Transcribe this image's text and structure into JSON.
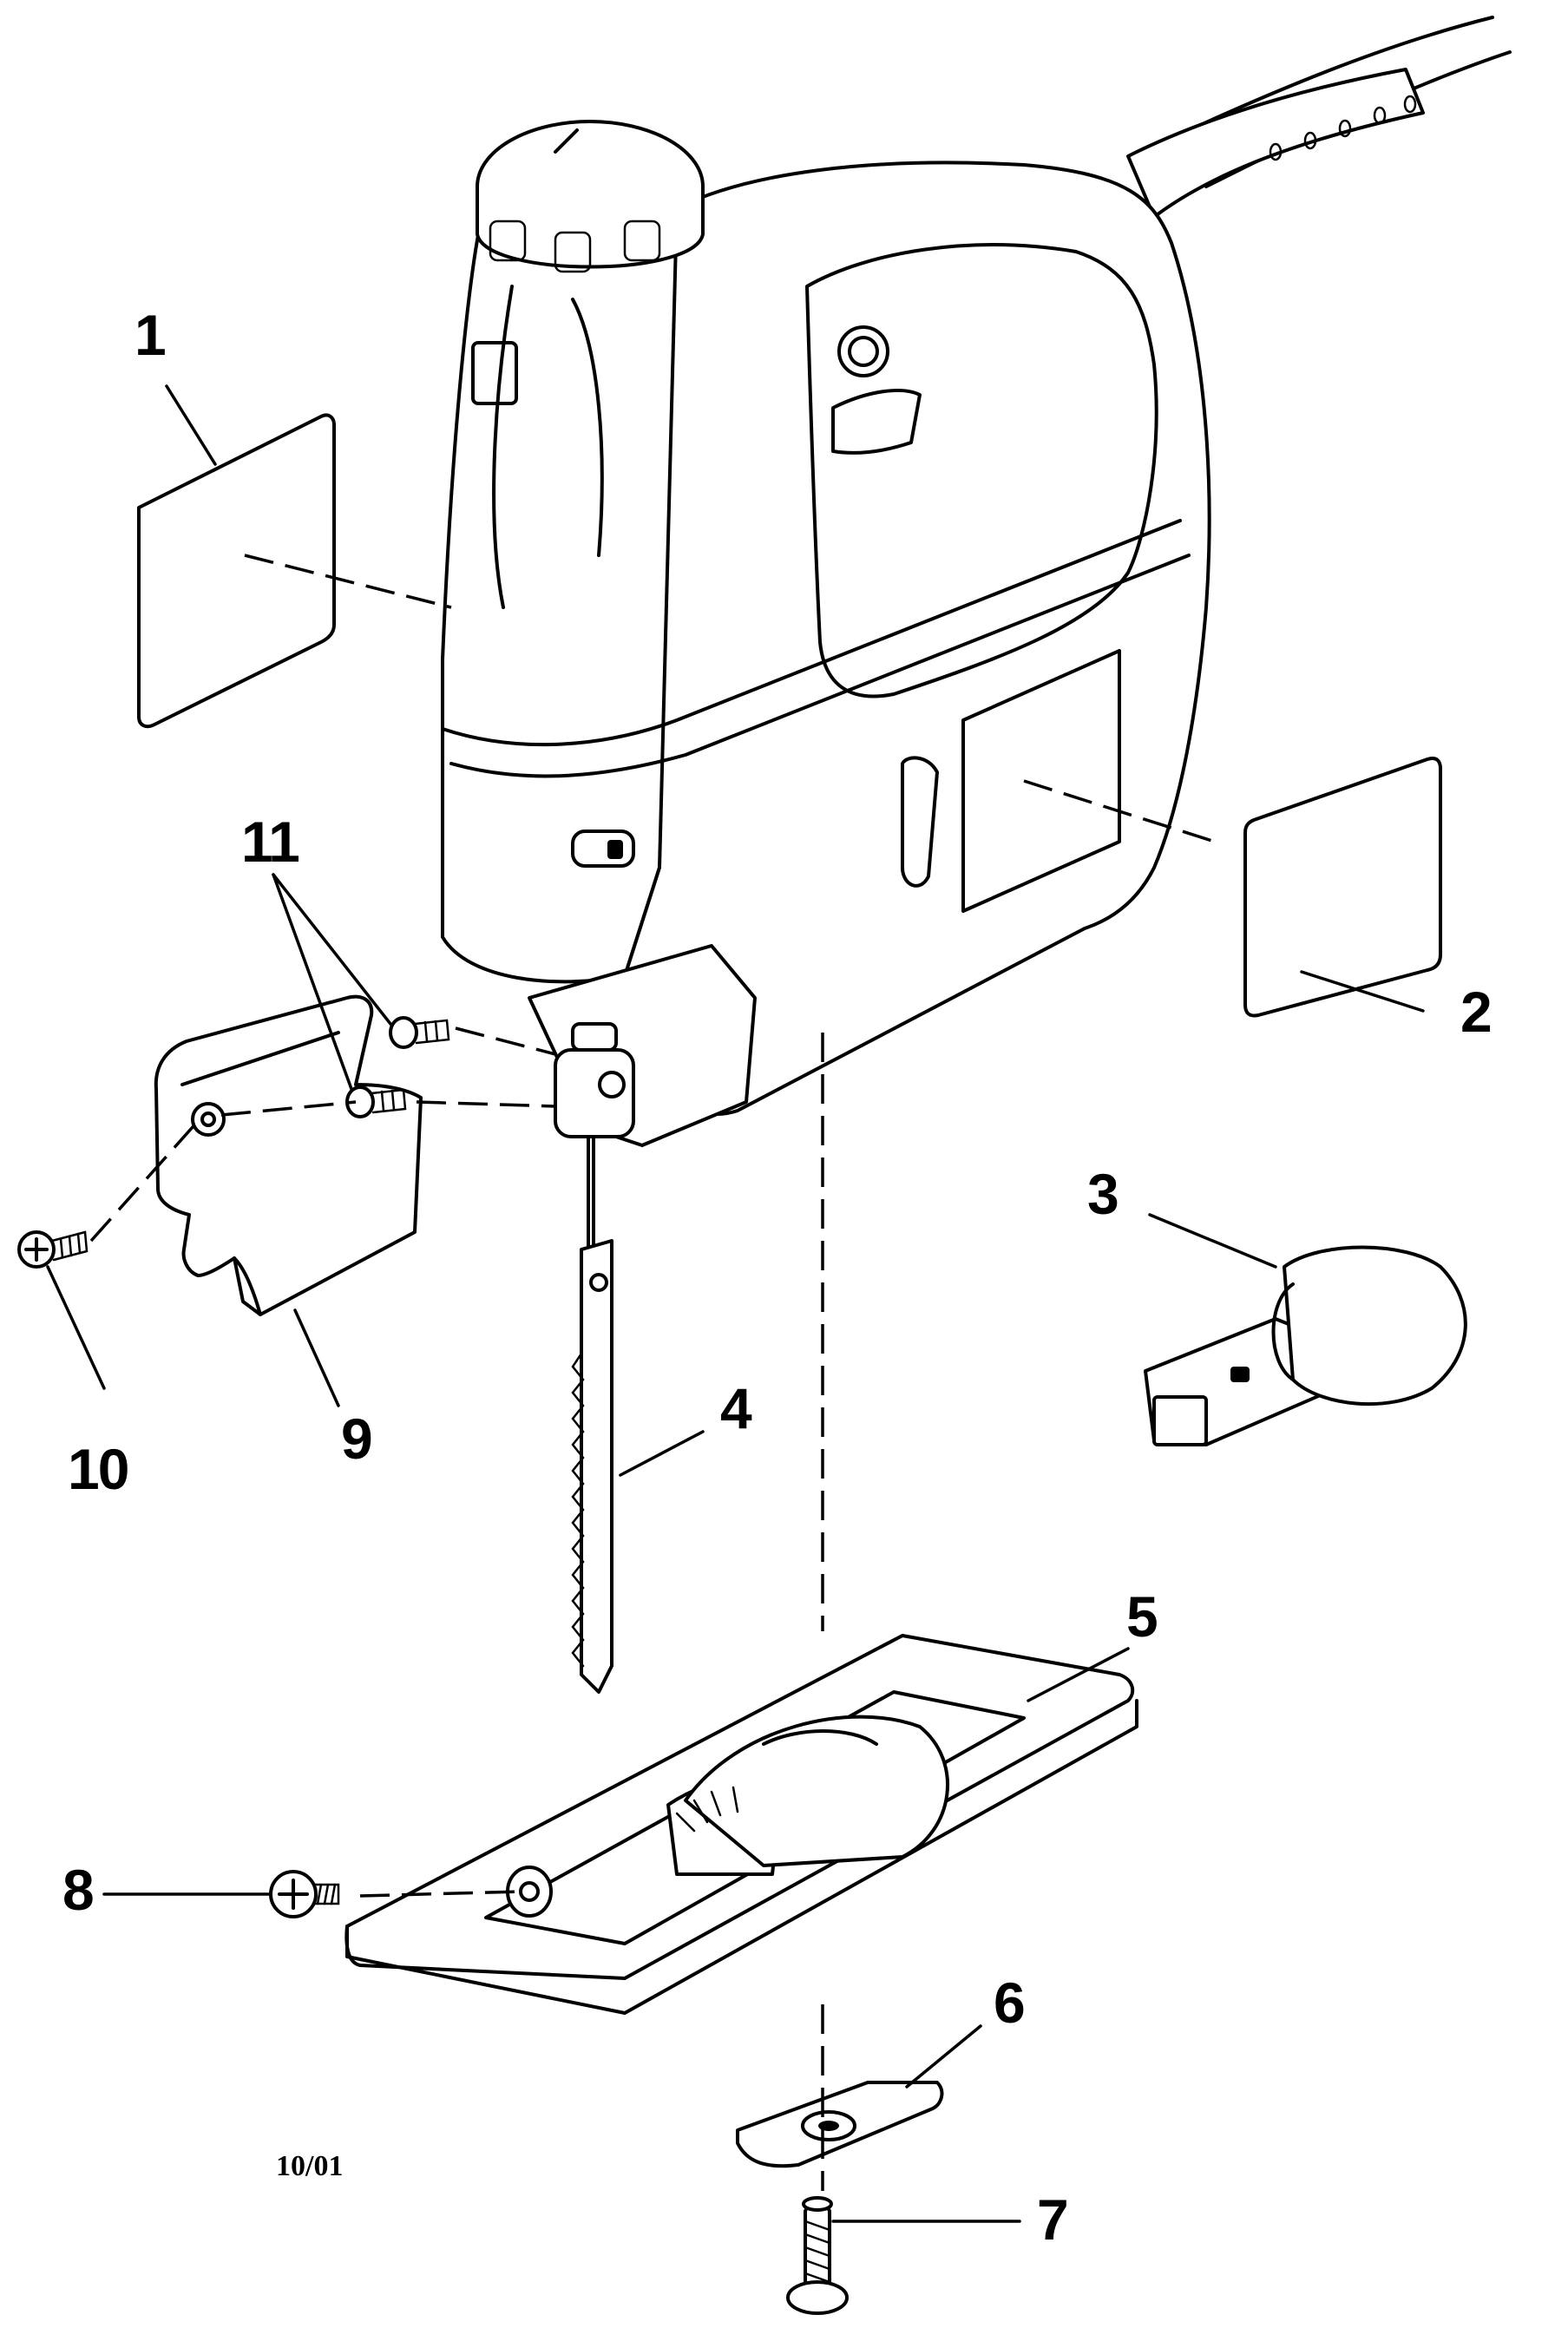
{
  "callouts": [
    {
      "id": "1",
      "label": "1"
    },
    {
      "id": "2",
      "label": "2"
    },
    {
      "id": "3",
      "label": "3"
    },
    {
      "id": "4",
      "label": "4"
    },
    {
      "id": "5",
      "label": "5"
    },
    {
      "id": "6",
      "label": "6"
    },
    {
      "id": "7",
      "label": "7"
    },
    {
      "id": "8",
      "label": "8"
    },
    {
      "id": "9",
      "label": "9"
    },
    {
      "id": "10",
      "label": "10"
    },
    {
      "id": "11",
      "label": "11"
    }
  ],
  "date_code": "10/01"
}
